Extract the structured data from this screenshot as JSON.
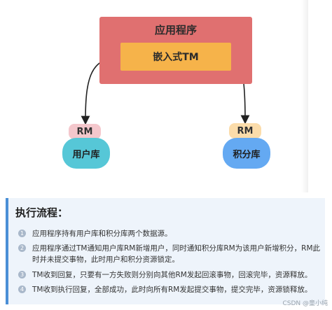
{
  "diagram": {
    "app_label": "应用程序",
    "tm_label": "嵌入式TM",
    "left": {
      "rm_label": "RM",
      "db_label": "用户库"
    },
    "right": {
      "rm_label": "RM",
      "db_label": "积分库"
    }
  },
  "flow": {
    "title": "执行流程：",
    "steps": [
      {
        "num": "1",
        "text": "应用程序持有用户库和积分库两个数据源。"
      },
      {
        "num": "2",
        "text": "应用程序通过TM通知用户库RM新增用户，同时通知积分库RM为该用户新增积分，RM此时并未提交事物，此时用户和积分资源锁定。"
      },
      {
        "num": "3",
        "text": "TM收到回复，只要有一方失败则分别向其他RM发起回滚事物，回滚完毕，资源释放。"
      },
      {
        "num": "4",
        "text": "TM收到执行回复，全部成功，此时向所有RM发起提交事物，提交完毕，资源锁释放。"
      }
    ]
  },
  "watermark": "CSDN @童小纯",
  "colors": {
    "app_box": "#e07070",
    "tm_box": "#f6b34a",
    "rm_left": "#f4c7cc",
    "rm_right": "#fbdcaa",
    "db_left": "#56c7d7",
    "db_right": "#64a9f2",
    "flow_accent": "#4a8fd6"
  }
}
